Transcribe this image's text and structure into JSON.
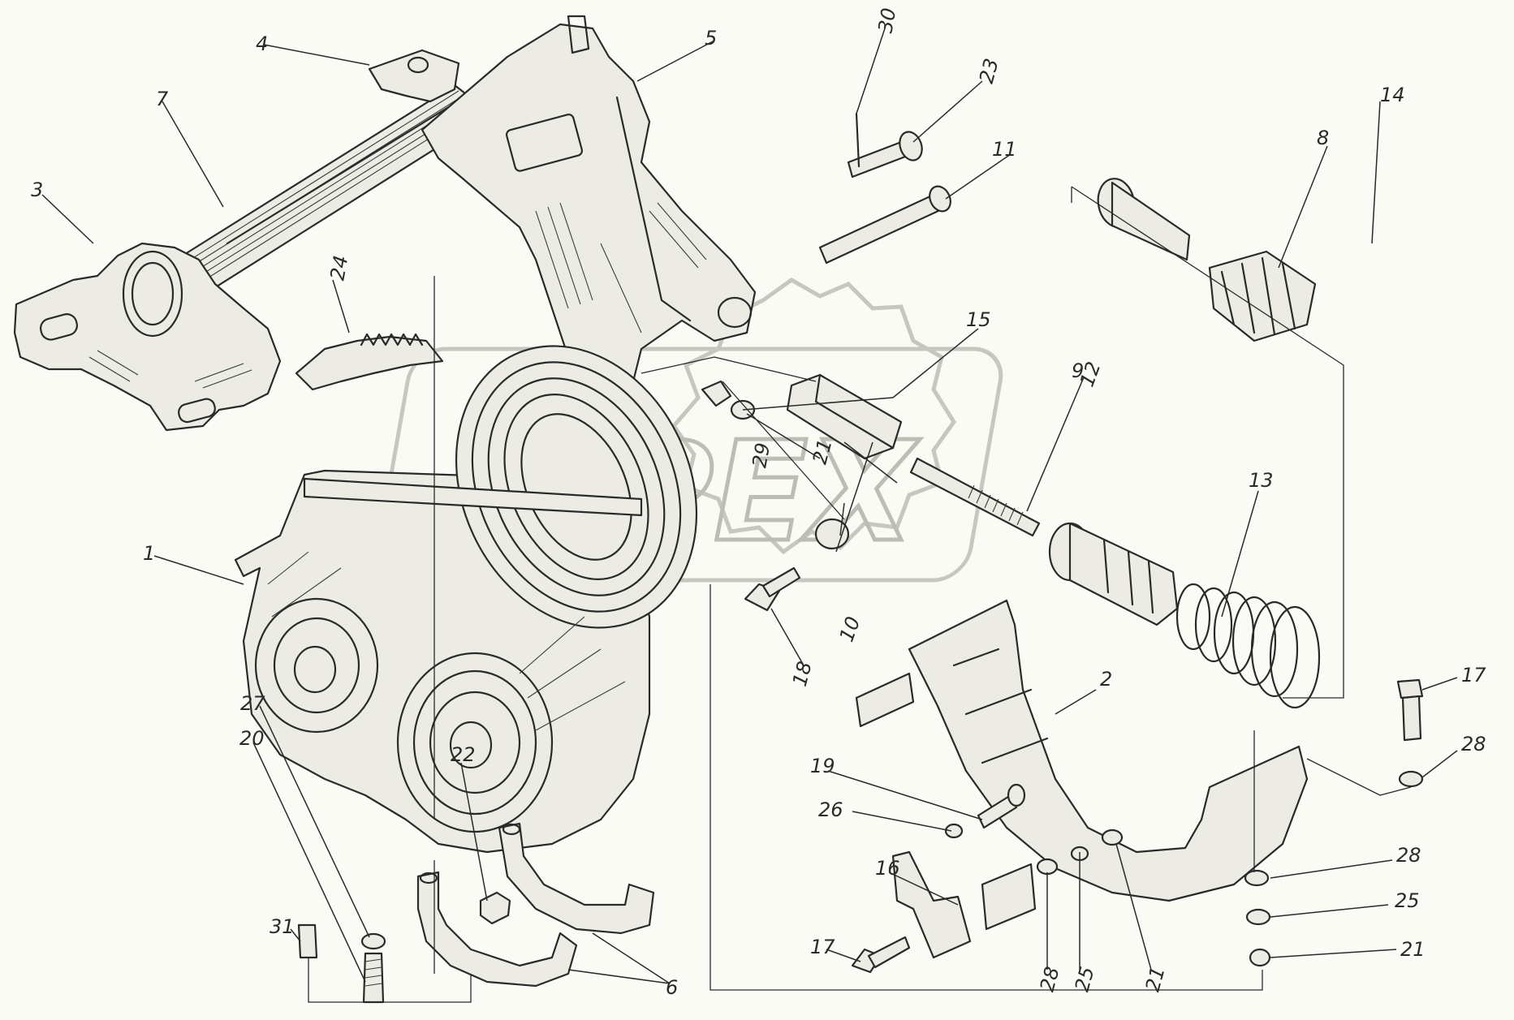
{
  "watermark": {
    "text": "OPEX"
  },
  "callouts": [
    {
      "id": "1",
      "label": "1"
    },
    {
      "id": "2",
      "label": "2"
    },
    {
      "id": "3",
      "label": "3"
    },
    {
      "id": "4",
      "label": "4"
    },
    {
      "id": "5",
      "label": "5"
    },
    {
      "id": "6",
      "label": "6"
    },
    {
      "id": "7",
      "label": "7"
    },
    {
      "id": "8",
      "label": "8"
    },
    {
      "id": "9",
      "label": "9"
    },
    {
      "id": "10",
      "label": "10"
    },
    {
      "id": "11",
      "label": "11"
    },
    {
      "id": "12",
      "label": "12"
    },
    {
      "id": "13",
      "label": "13"
    },
    {
      "id": "14",
      "label": "14"
    },
    {
      "id": "15",
      "label": "15"
    },
    {
      "id": "16",
      "label": "16"
    },
    {
      "id": "17a",
      "label": "17"
    },
    {
      "id": "17b",
      "label": "17"
    },
    {
      "id": "18",
      "label": "18"
    },
    {
      "id": "19",
      "label": "19"
    },
    {
      "id": "20",
      "label": "20"
    },
    {
      "id": "21a",
      "label": "21"
    },
    {
      "id": "21b",
      "label": "21"
    },
    {
      "id": "21c",
      "label": "21"
    },
    {
      "id": "22",
      "label": "22"
    },
    {
      "id": "23",
      "label": "23"
    },
    {
      "id": "24",
      "label": "24"
    },
    {
      "id": "25a",
      "label": "25"
    },
    {
      "id": "25b",
      "label": "25"
    },
    {
      "id": "26",
      "label": "26"
    },
    {
      "id": "27",
      "label": "27"
    },
    {
      "id": "28a",
      "label": "28"
    },
    {
      "id": "28b",
      "label": "28"
    },
    {
      "id": "28c",
      "label": "28"
    },
    {
      "id": "29",
      "label": "29"
    },
    {
      "id": "30",
      "label": "30"
    },
    {
      "id": "31",
      "label": "31"
    }
  ]
}
